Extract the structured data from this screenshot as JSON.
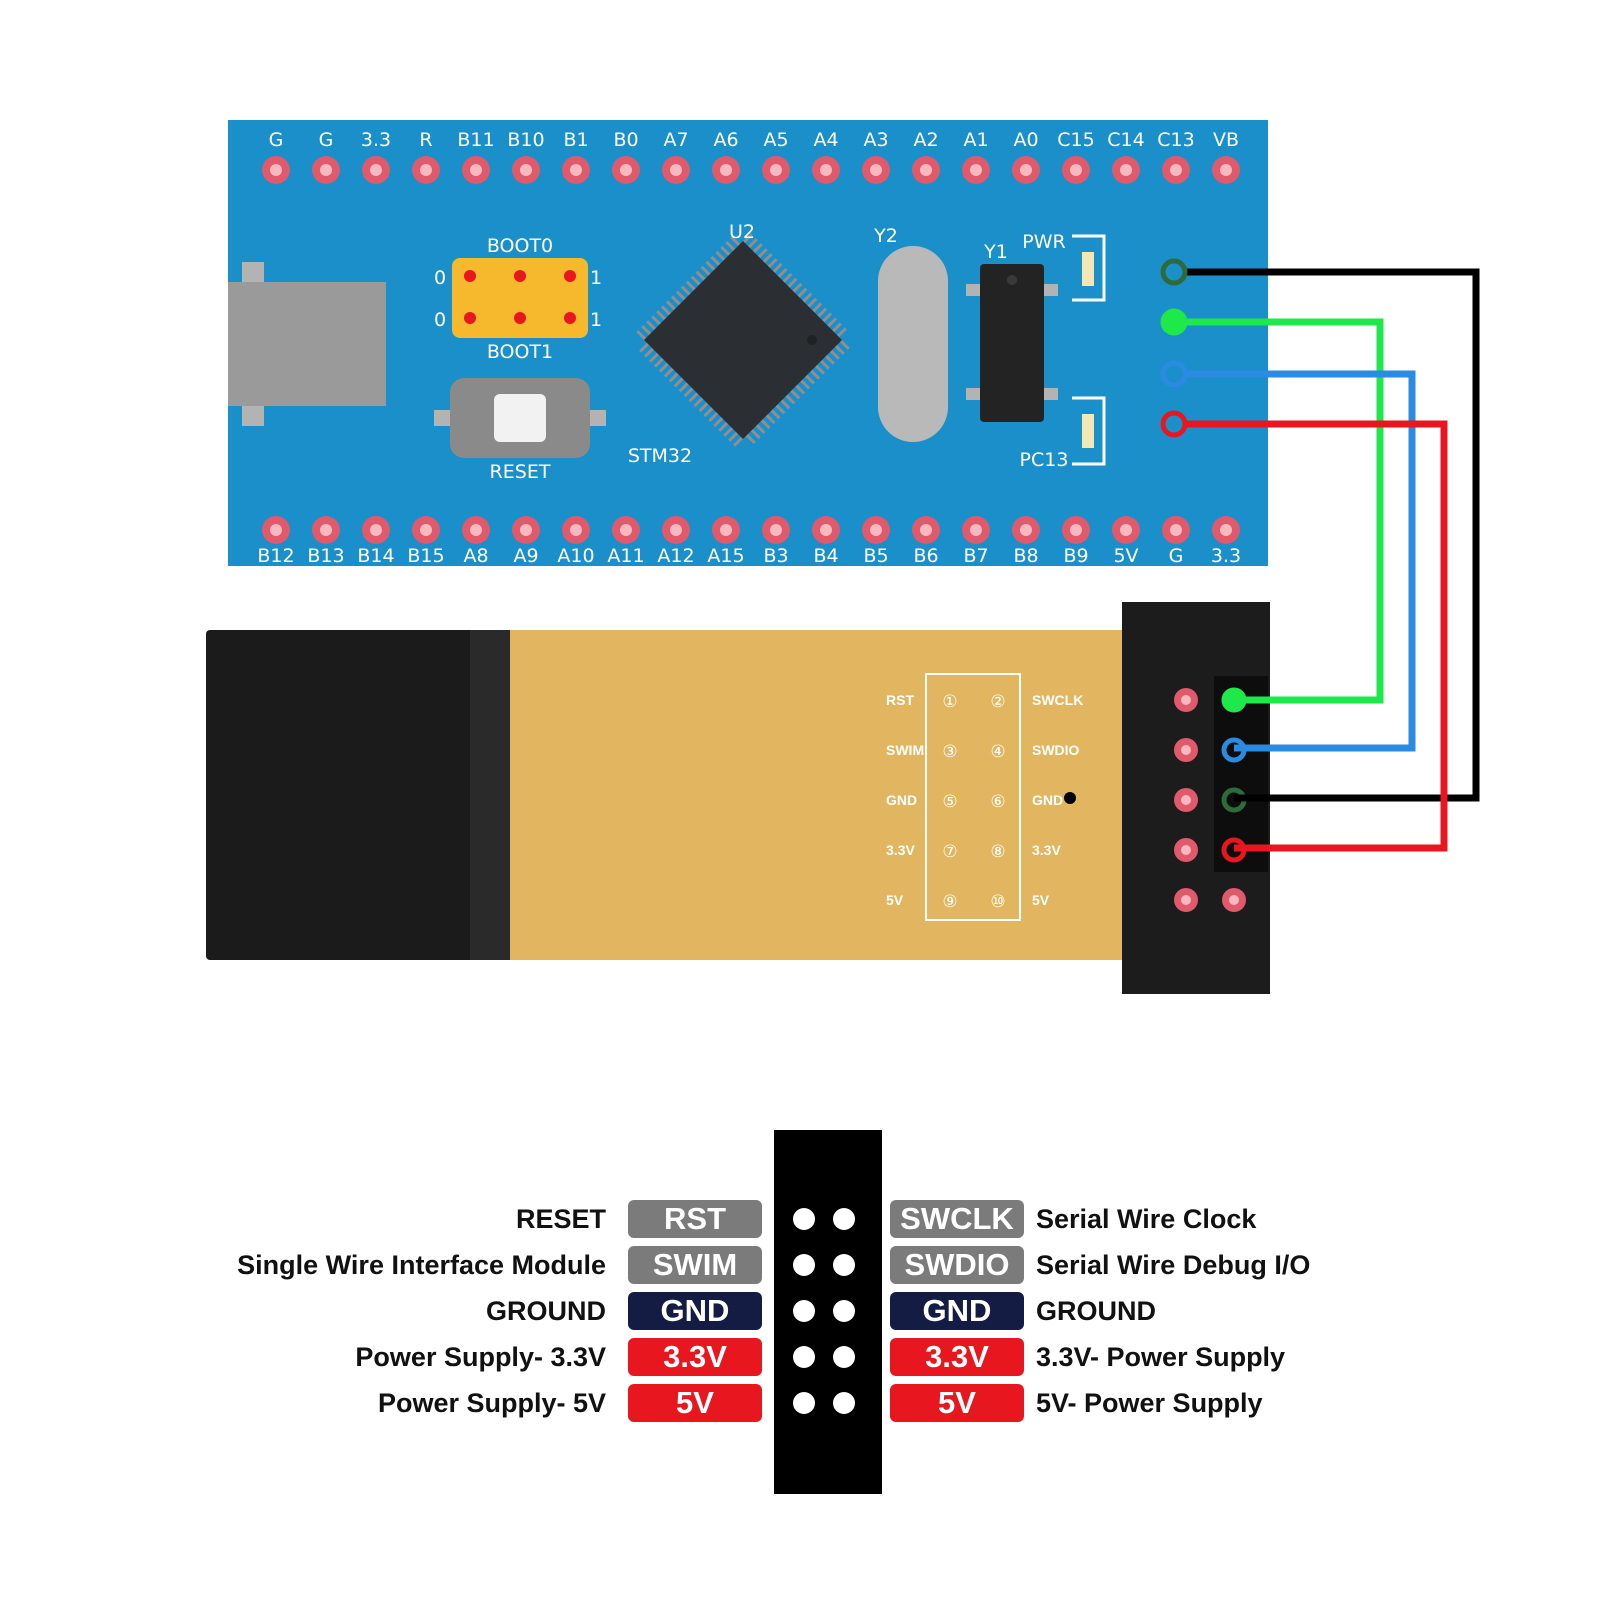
{
  "board": {
    "top_pins": [
      "G",
      "G",
      "3.3",
      "R",
      "B11",
      "B10",
      "B1",
      "B0",
      "A7",
      "A6",
      "A5",
      "A4",
      "A3",
      "A2",
      "A1",
      "A0",
      "C15",
      "C14",
      "C13",
      "VB"
    ],
    "bottom_pins": [
      "B12",
      "B13",
      "B14",
      "B15",
      "A8",
      "A9",
      "A10",
      "A11",
      "A12",
      "A15",
      "B3",
      "B4",
      "B5",
      "B6",
      "B7",
      "B8",
      "B9",
      "5V",
      "G",
      "3.3"
    ],
    "labels": {
      "boot0": "BOOT0",
      "boot1": "BOOT1",
      "zero_top": "0",
      "zero_bottom": "0",
      "one_top": "1",
      "one_bottom": "1",
      "reset": "RESET",
      "u2": "U2",
      "stm32": "STM32",
      "y2": "Y2",
      "y1": "Y1",
      "pwr": "PWR",
      "pc13": "PC13"
    },
    "colors": {
      "pcb": "#1a8fc9",
      "pad": "#e05a6c",
      "boot_block": "#f6b82c",
      "chip": "#2b2f33"
    }
  },
  "programmer": {
    "header_left": [
      "RST",
      "SWIM",
      "GND",
      "3.3V",
      "5V"
    ],
    "header_right": [
      "SWCLK",
      "SWDIO",
      "GND",
      "3.3V",
      "5V"
    ],
    "numbers_left": [
      "①",
      "③",
      "⑤",
      "⑦",
      "⑨"
    ],
    "numbers_right": [
      "②",
      "④",
      "⑥",
      "⑧",
      "⑩"
    ],
    "colors": {
      "body": "#e2b660",
      "connector": "#1c1c1c"
    }
  },
  "wires": [
    {
      "color": "#000000",
      "from": "GND",
      "to": "GND"
    },
    {
      "color": "#1ee84a",
      "from": "SWCLK",
      "to": "SWCLK"
    },
    {
      "color": "#2a8be0",
      "from": "SWDIO",
      "to": "SWDIO"
    },
    {
      "color": "#e8161e",
      "from": "3.3V",
      "to": "3.3V"
    }
  ],
  "legend": {
    "left_desc": [
      "RESET",
      "Single Wire Interface Module",
      "GROUND",
      "Power Supply- 3.3V",
      "Power Supply- 5V"
    ],
    "left_badges": [
      "RST",
      "SWIM",
      "GND",
      "3.3V",
      "5V"
    ],
    "right_badges": [
      "SWCLK",
      "SWDIO",
      "GND",
      "3.3V",
      "5V"
    ],
    "right_desc": [
      "Serial Wire Clock",
      "Serial Wire Debug I/O",
      "GROUND",
      "3.3V- Power Supply",
      "5V- Power Supply"
    ],
    "badge_colors": [
      "#7b7b7b",
      "#7b7b7b",
      "#141c44",
      "#e8161e",
      "#e8161e"
    ]
  }
}
